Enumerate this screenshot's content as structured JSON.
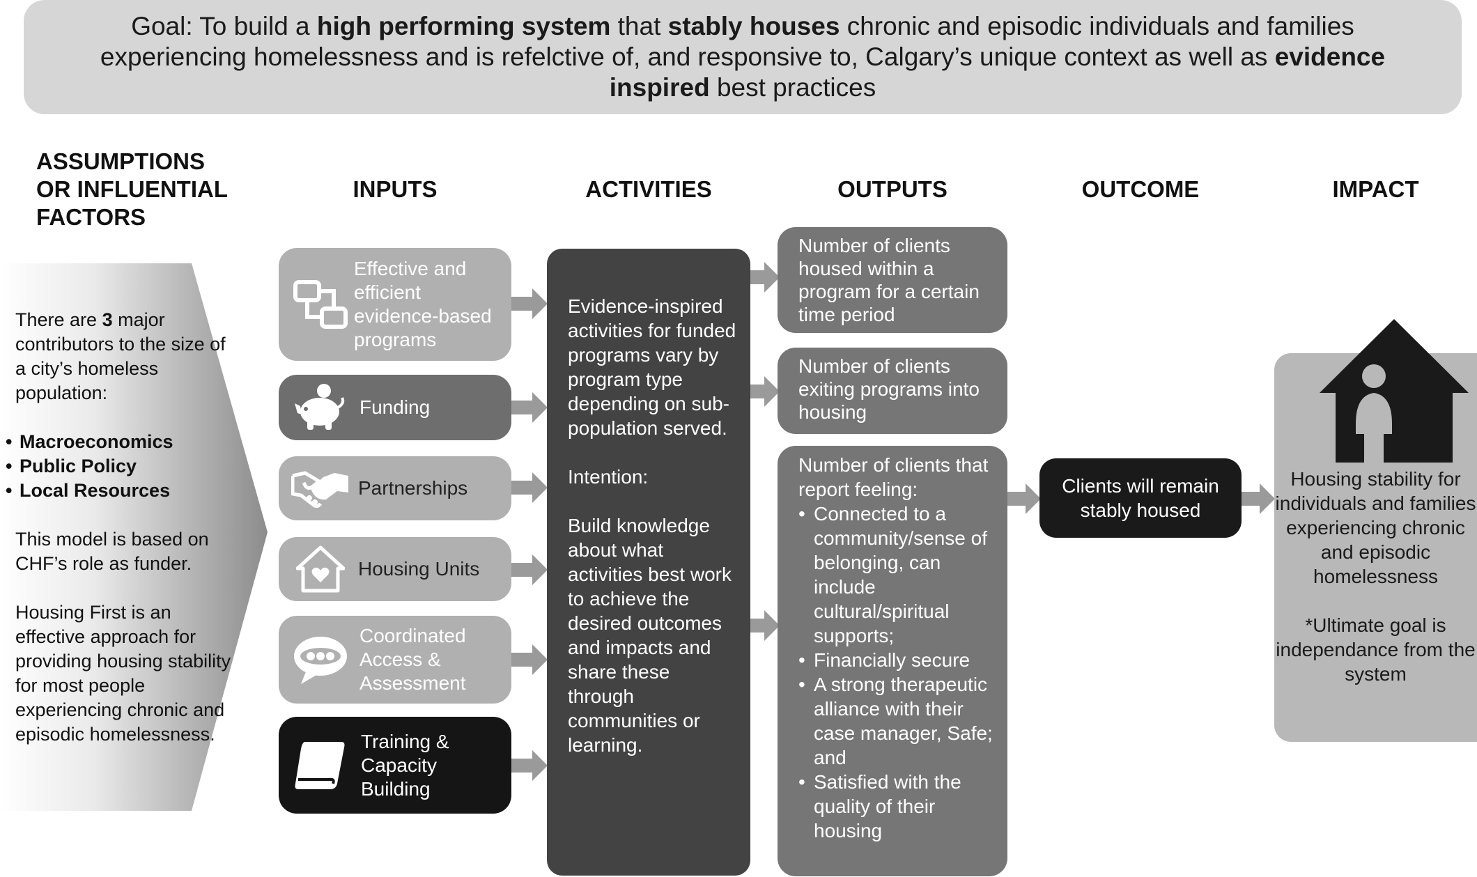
{
  "goal": {
    "p1": "Goal: To build a ",
    "b1": "high performing system",
    "p2": " that ",
    "b2": "stably houses",
    "p3": " chronic and episodic individuals and families experiencing homelessness and is refelctive of, and responsive to, Calgary’s unique context as well as ",
    "b3": "evidence inspired",
    "p4": " best practices"
  },
  "headers": {
    "assumptions_l1": "ASSUMPTIONS",
    "assumptions_l2": "OR INFLUENTIAL",
    "assumptions_l3": "FACTORS",
    "inputs": "INPUTS",
    "activities": "ACTIVITIES",
    "outputs": "OUTPUTS",
    "outcome": "OUTCOME",
    "impact": "IMPACT"
  },
  "assumptions": {
    "intro_a": "There are ",
    "intro_b": "3",
    "intro_c": " major contributors to the size of a city’s homeless population:",
    "bullets": [
      "Macroeconomics",
      "Public Policy",
      "Local Resources"
    ],
    "p2": "This model is based on CHF’s role as funder.",
    "p3": "Housing First is an effective approach for providing housing stability for most people experiencing chronic and episodic homelessness."
  },
  "inputs": [
    {
      "label": "Effective and efficient evidence-based programs",
      "icon": "flowchart-icon"
    },
    {
      "label": "Funding",
      "icon": "piggy-bank-icon"
    },
    {
      "label": "Partnerships",
      "icon": "handshake-icon"
    },
    {
      "label": "Housing Units",
      "icon": "house-heart-icon"
    },
    {
      "label": "Coordinated Access & Assessment",
      "icon": "speech-bubble-icon"
    },
    {
      "label": "Training & Capacity Building",
      "icon": "book-icon"
    }
  ],
  "activities": {
    "p1": "Evidence-inspired activities for funded programs vary by program type depending on sub-population served.",
    "p2": "Intention:",
    "p3": "Build knowledge about what activities best work to achieve the desired outcomes and impacts and share these through communities or learning."
  },
  "outputs": {
    "o1": "Number of clients housed within a program for a certain time period",
    "o2": "Number of clients exiting programs into housing",
    "o3_intro": "Number of clients that report feeling:",
    "o3_bullets": [
      "Connected to a community/sense of belonging, can include cultural/spiritual supports;",
      "Financially secure",
      "A strong therapeutic alliance with their case manager, Safe; and",
      "Satisfied with the quality of their housing"
    ]
  },
  "outcome": {
    "text": "Clients will remain stably housed"
  },
  "impact": {
    "p1": "Housing stability for individuals and families experiencing chronic and episodic homelessness",
    "p2": "*Ultimate goal is independance from the system",
    "icon": "house-person-icon"
  },
  "colors": {
    "banner": "#d6d6d6",
    "light_box": "#b0b0b0",
    "mid_box": "#6e6e6e",
    "dark_box": "#151515",
    "activities_box": "#434343",
    "outputs_box": "#767676",
    "arrow": "#9a9a9a"
  }
}
